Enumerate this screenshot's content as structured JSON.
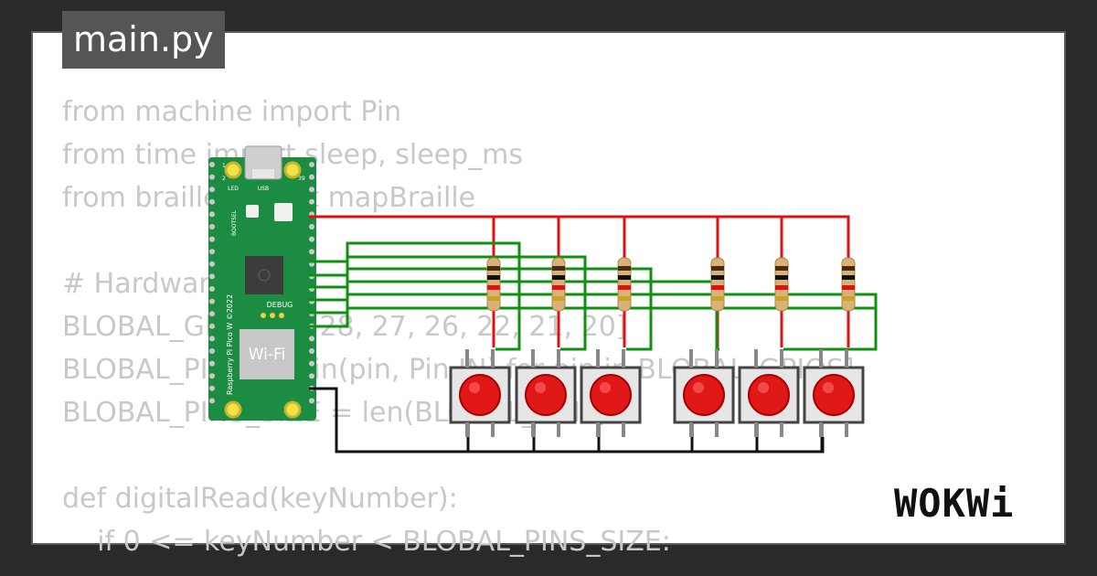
{
  "tab": {
    "title": "main.py"
  },
  "code_lines": [
    "from machine import Pin",
    "from time import sleep, sleep_ms",
    "from braille import mapBraille",
    "",
    "# Hardware",
    "BLOBAL_GPIOS = [28, 27, 26, 22, 21, 20]",
    "BLOBAL_PINS = [Pin(pin, Pin.IN) for pin in BLOBAL_GPIOS]",
    "BLOBAL_PINS_SIZE = len(BLOBAL_PINS)",
    "",
    "def digitalRead(keyNumber):",
    "    if 0 <= keyNumber < BLOBAL_PINS_SIZE:"
  ],
  "board": {
    "wifi_label": "Wi-Fi",
    "debug_label": "DEBUG",
    "usb_label": "USB",
    "led_label": "LED",
    "bootsel_label": "BOOTSEL",
    "side_label": "Raspberry Pi Pico W ©2022",
    "pin_1": "1",
    "pin_2": "2",
    "pin_39": "39"
  },
  "button_count": 6,
  "colors": {
    "wire_power": "#e01010",
    "wire_signal": "#109010",
    "wire_ground": "#111111",
    "board": "#1d8c43",
    "button_cap": "#e01818"
  },
  "brand": {
    "logo": "WOKWi"
  }
}
